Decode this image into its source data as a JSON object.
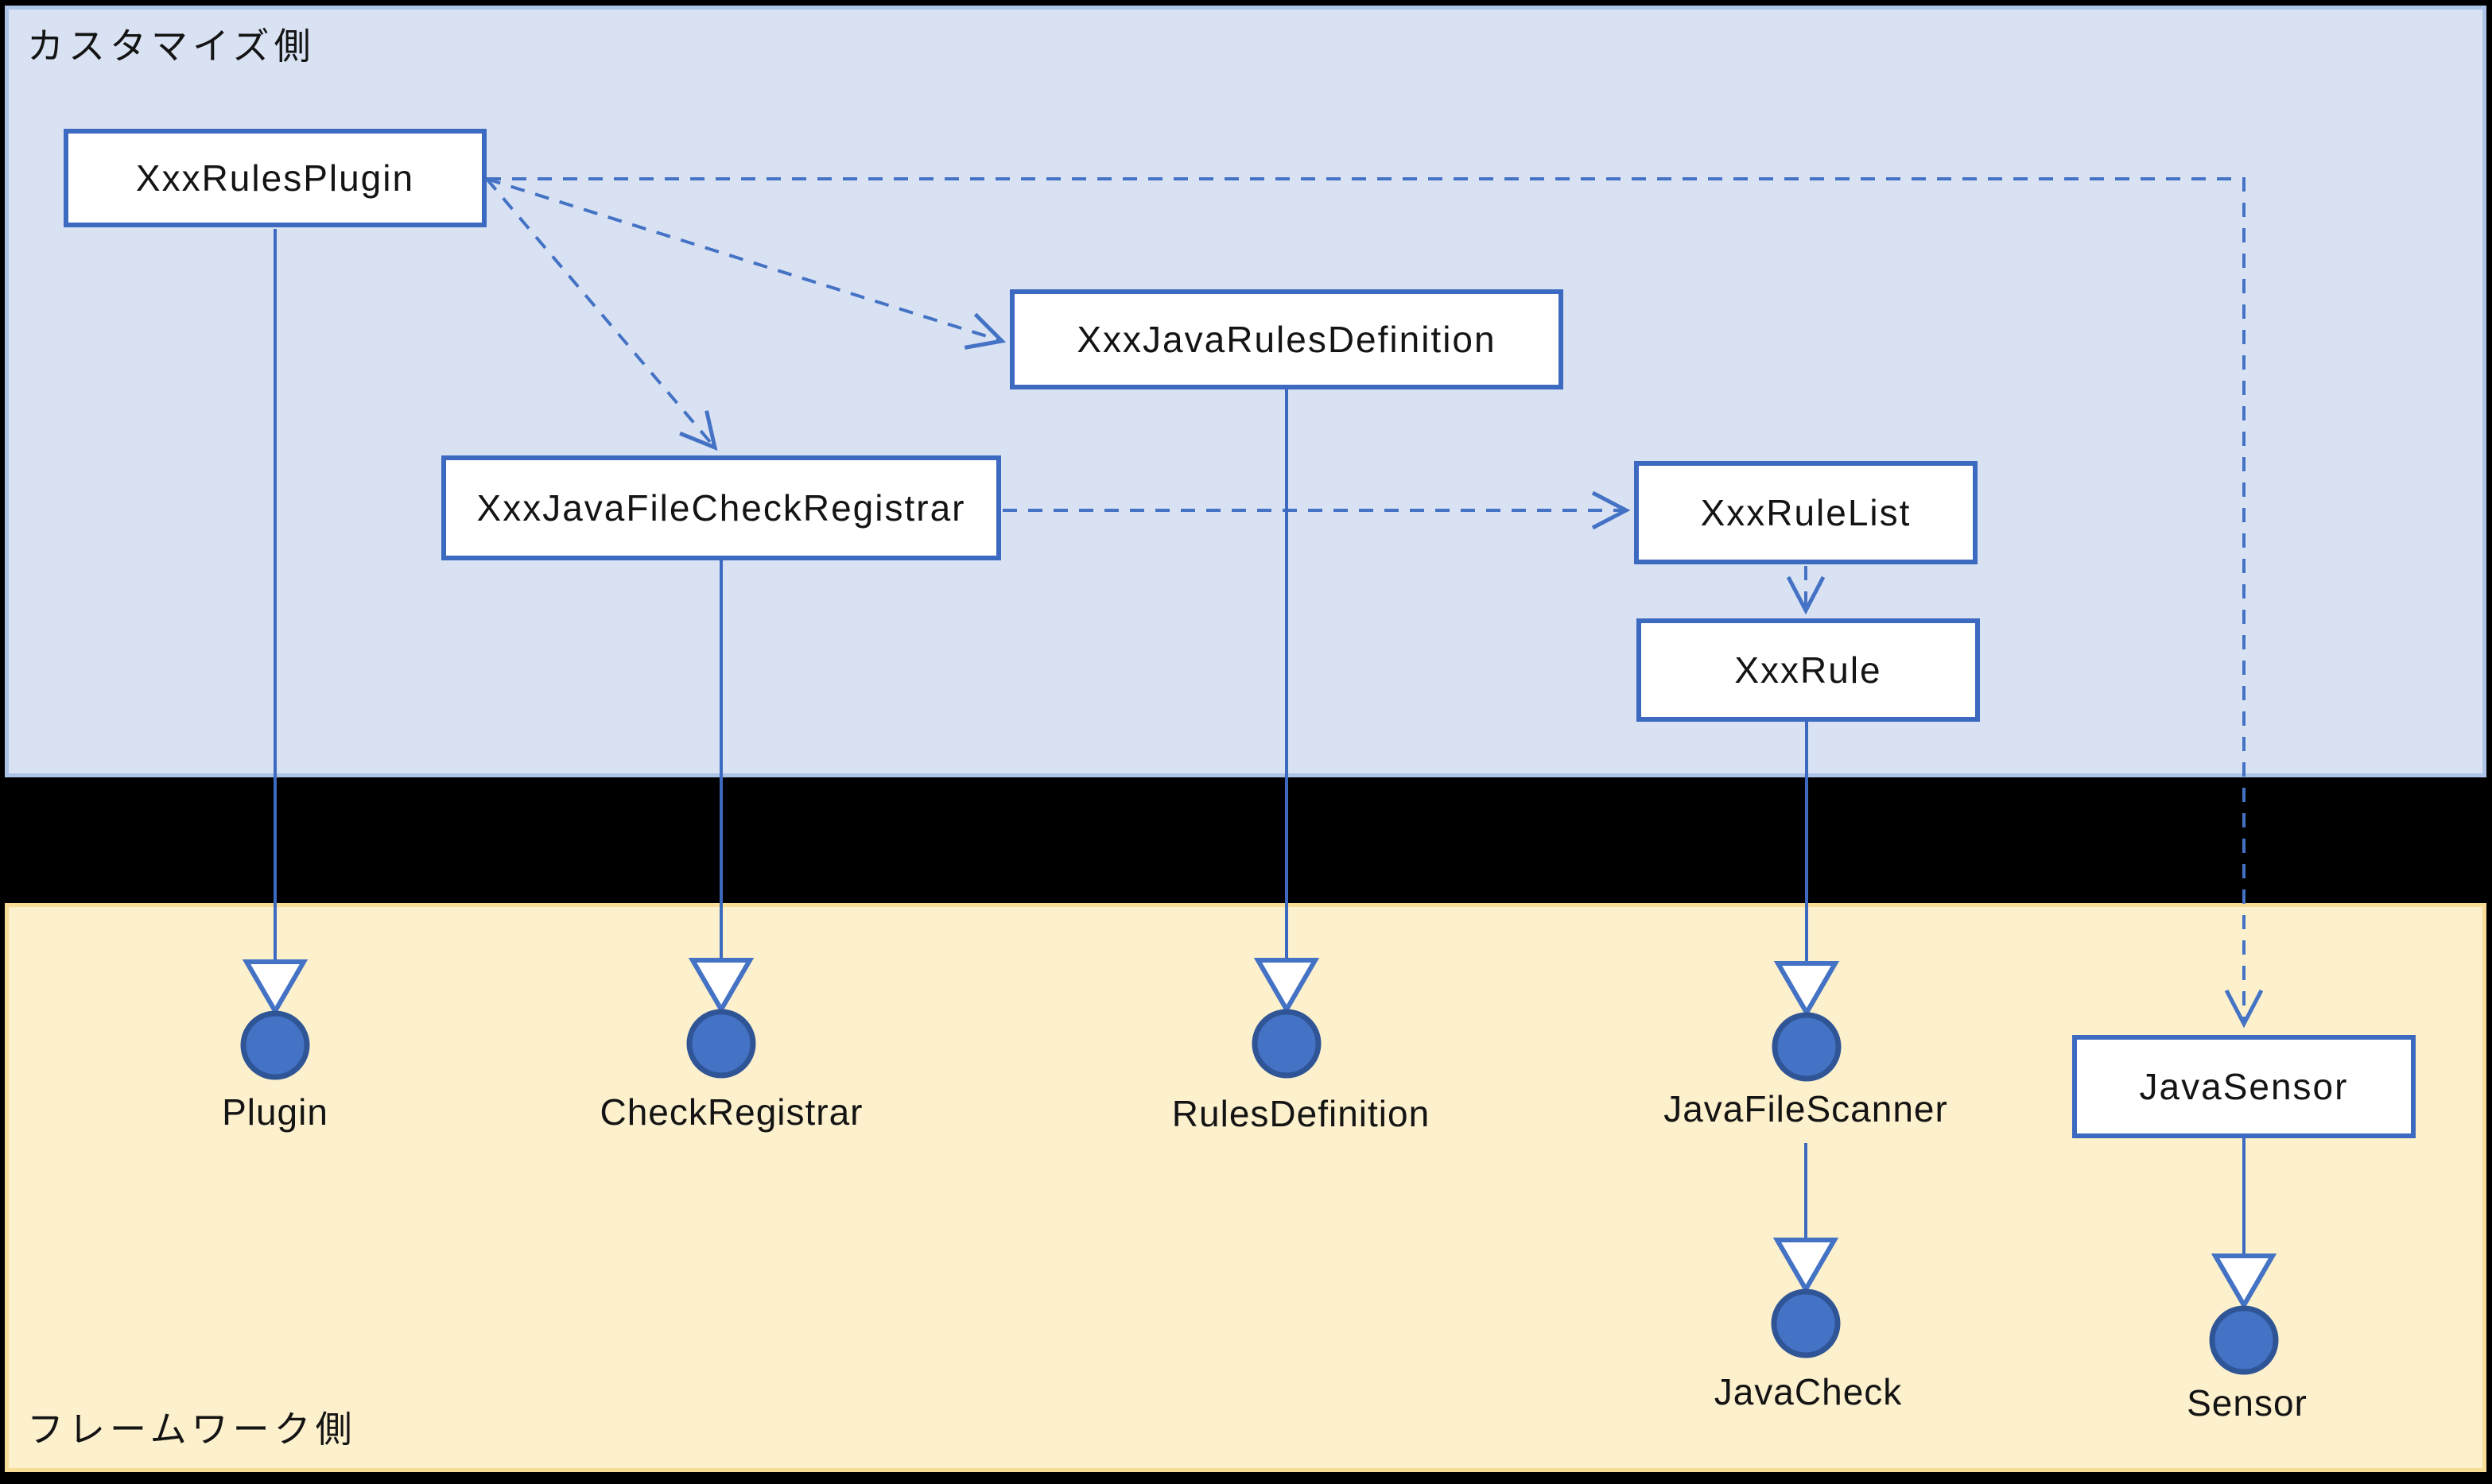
{
  "regions": {
    "customize": {
      "label": "カスタマイズ側"
    },
    "framework": {
      "label": "フレームワーク側"
    }
  },
  "classes": {
    "rules_plugin": {
      "label": "XxxRulesPlugin"
    },
    "java_rules_definition": {
      "label": "XxxJavaRulesDefinition"
    },
    "java_file_check_registrar": {
      "label": "XxxJavaFileCheckRegistrar"
    },
    "rule_list": {
      "label": "XxxRuleList"
    },
    "rule": {
      "label": "XxxRule"
    },
    "java_sensor": {
      "label": "JavaSensor"
    }
  },
  "interfaces": {
    "plugin": {
      "label": "Plugin"
    },
    "check_registrar": {
      "label": "CheckRegistrar"
    },
    "rules_definition": {
      "label": "RulesDefinition"
    },
    "java_file_scanner": {
      "label": "JavaFileScanner"
    },
    "java_check": {
      "label": "JavaCheck"
    },
    "sensor": {
      "label": "Sensor"
    }
  },
  "relations": {
    "dependencies": [
      {
        "from": "XxxRulesPlugin",
        "to": "XxxJavaRulesDefinition",
        "style": "dashed-arrow"
      },
      {
        "from": "XxxRulesPlugin",
        "to": "XxxJavaFileCheckRegistrar",
        "style": "dashed-arrow"
      },
      {
        "from": "XxxRulesPlugin",
        "to": "JavaSensor",
        "style": "dashed-arrow"
      },
      {
        "from": "XxxJavaFileCheckRegistrar",
        "to": "XxxRuleList",
        "style": "dashed-arrow"
      },
      {
        "from": "XxxRuleList",
        "to": "XxxRule",
        "style": "dashed-arrow"
      }
    ],
    "realizations": [
      {
        "from": "XxxRulesPlugin",
        "to": "Plugin",
        "style": "solid-line-triangle-lollipop"
      },
      {
        "from": "XxxJavaFileCheckRegistrar",
        "to": "CheckRegistrar",
        "style": "solid-line-triangle-lollipop"
      },
      {
        "from": "XxxJavaRulesDefinition",
        "to": "RulesDefinition",
        "style": "solid-line-triangle-lollipop"
      },
      {
        "from": "XxxRule",
        "to": "JavaFileScanner",
        "style": "solid-line-triangle-lollipop"
      },
      {
        "from": "JavaFileScanner",
        "to": "JavaCheck",
        "style": "solid-line-triangle-lollipop"
      },
      {
        "from": "JavaSensor",
        "to": "Sensor",
        "style": "solid-line-triangle-lollipop"
      }
    ]
  },
  "colors": {
    "accent_blue": "#4472c4",
    "box_border": "#3c6ac0",
    "circle_fill": "#4472c4",
    "circle_stroke": "#2f5597",
    "customize_fill": "#d9e2f3",
    "customize_border": "#abc4e8",
    "framework_fill": "#fdf0cc",
    "framework_border": "#f8dd97",
    "background": "#000000",
    "text": "#141414"
  }
}
